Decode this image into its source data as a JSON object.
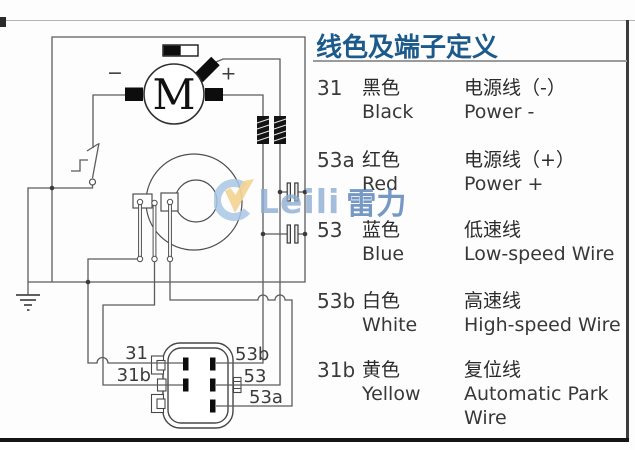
{
  "header": {
    "title": "线色及端子定义"
  },
  "watermark": {
    "latin": "Leili",
    "cjk": "雷力"
  },
  "diagram": {
    "motor_label": "M",
    "plus_sign": "+",
    "minus_sign": "−",
    "pin_labels": {
      "31": "31",
      "31b": "31b",
      "53b": "53b",
      "53": "53",
      "53a": "53a"
    }
  },
  "table": {
    "rows": [
      {
        "terminal": "31",
        "color_cn": "黑色",
        "color_en": "Black",
        "def_cn": "电源线（-）",
        "def_en": "Power -"
      },
      {
        "terminal": "53a",
        "color_cn": "红色",
        "color_en": "Red",
        "def_cn": "电源线（+）",
        "def_en": "Power +"
      },
      {
        "terminal": "53",
        "color_cn": "蓝色",
        "color_en": "Blue",
        "def_cn": "低速线",
        "def_en": "Low-speed Wire"
      },
      {
        "terminal": "53b",
        "color_cn": "白色",
        "color_en": "White",
        "def_cn": "高速线",
        "def_en": "High-speed Wire"
      },
      {
        "terminal": "31b",
        "color_cn": "黄色",
        "color_en": "Yellow",
        "def_cn": "复位线",
        "def_en": "Automatic Park Wire"
      }
    ]
  },
  "colors": {
    "title_blue": "#1c5a8c",
    "rule_gray": "#9b9b9b",
    "wire_gray": "#5d5d5d",
    "component_black": "#0d0d0d",
    "watermark_blue": "#7ea6cf",
    "watermark_yellow": "#f3d493"
  }
}
